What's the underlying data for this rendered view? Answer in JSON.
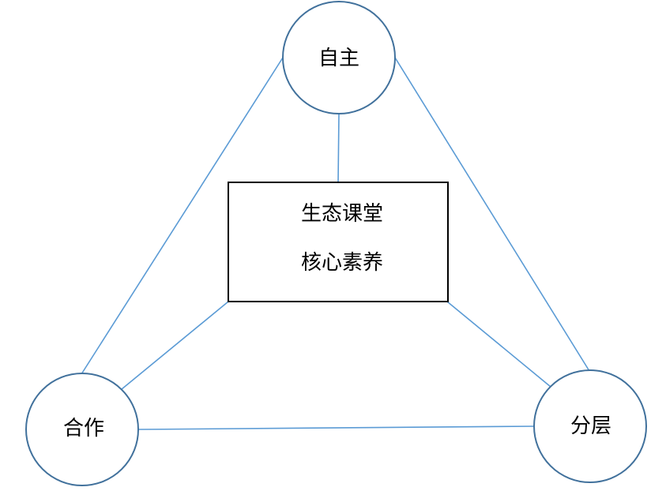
{
  "diagram": {
    "center": {
      "line1": "生态课堂",
      "line2": "核心素养"
    },
    "nodes": {
      "top": "自主",
      "left": "合作",
      "right": "分层"
    },
    "colors": {
      "connector": "#5B9BD5",
      "circle_border": "#41719C",
      "box_border": "#000000",
      "text": "#000000",
      "background": "#FFFFFF"
    }
  }
}
